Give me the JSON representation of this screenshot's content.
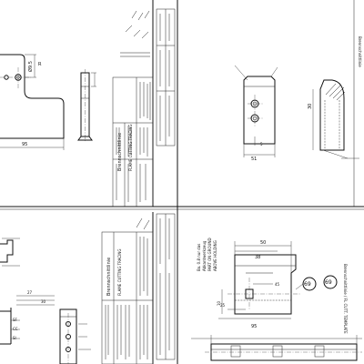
{
  "dims": {
    "tl_width": "95",
    "tl_dia": "Ø9.5",
    "tl_r": "R",
    "tr_width": "51",
    "tr_side_h": "30",
    "tr_small": "5",
    "br_d1": "50",
    "br_d2": "38",
    "br_d3": "95",
    "br_d4": "25",
    "br_d5": "45",
    "br_d6": "10",
    "bl_d1": "27",
    "bl_d2": "30"
  },
  "leaders": {
    "l1": "SF",
    "l2": "CC",
    "l3": "SI"
  },
  "balloons": {
    "b1": "69",
    "b2": "69"
  },
  "notes": {
    "n1": "Bo. 0.8 nur das",
    "n2": "Abkantwerkzeug",
    "n3": "PART ON GROUND",
    "n4": "ABOVE HOLDING"
  },
  "rotated_labels": {
    "p1": "Brennschnittlinie",
    "p2": "FLAME CUTTING TRACING",
    "p3": "Brennschnittlinie",
    "p4": "FLAME CUTTING TRACING",
    "r1": "Brennschnittlinie",
    "r2": "Brennschnittlinie / FL CUTT. TEMPLATE"
  }
}
